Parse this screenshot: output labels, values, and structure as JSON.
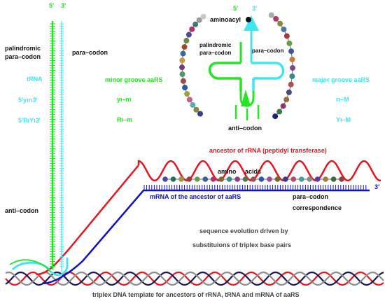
{
  "colors": {
    "green": "#22e622",
    "cyan": "#3fe6f0",
    "red": "#e8141e",
    "blue": "#1010c8",
    "darknavy": "#16165a",
    "grey": "#8c8c8c",
    "text": "#111111",
    "greytext": "#444444"
  },
  "labels": {
    "strand_5_top": "5'",
    "strand_3_top": "3'",
    "palindromic_left": "palindromic",
    "para_codon_left": "para–codon",
    "para_codon_mid": "para–codon",
    "anti_codon_left": "anti–codon",
    "trna": "tRNA",
    "formula_left_1": "5'yırı3'",
    "formula_left_2": "5'RıYı3'",
    "minor_groove": "minor groove aaRS",
    "major_groove": "major groove aaRS",
    "ym": "yı–m",
    "rm": "Rı–m",
    "r1M": "rı–M",
    "Y1M": "Yı–M",
    "aminoacyl": "aminoacyl",
    "trna_5": "5'",
    "trna_3": "3'",
    "palindromic_trna": "palindromic",
    "para_codon_trna_left": "para–codon",
    "para_codon_trna_right": "para–codon",
    "anti_codon_trna": "anti–codon",
    "ancestor_rrna": "ancestor of rRNA (peptidyl transferase)",
    "amino": "amino",
    "acids": "acids",
    "mrna": "mRNA of the ancestor of aaRS",
    "mrna_3": "3'",
    "para_codon_right": "para–codon",
    "correspondence": "correspondence",
    "evolution_1": "sequence evolution driven by",
    "evolution_2": "substituions of triplex base pairs",
    "bottom_caption": "triplex DNA template for ancestors of rRNA, tRNA and mRNA of aaRS"
  },
  "bead_colors": {
    "left_arc": [
      "#c8c8c8",
      "#9a9a9a",
      "#3c7a7a",
      "#b03070",
      "#4a4a9a",
      "#6a8a3a",
      "#a04a2a",
      "#3a6a9a",
      "#c89a3a",
      "#7a3a7a",
      "#4a9a6a",
      "#9a4a4a",
      "#2a5aa0",
      "#a0a040",
      "#d05a8a",
      "#5ab0b0",
      "#8a8a3a",
      "#3a3a8a"
    ],
    "right_arc": [
      "#aaaaaa",
      "#b03a6a",
      "#8a8a3a",
      "#4a7a9a",
      "#a03a3a",
      "#6a9a4a",
      "#3a5a9a",
      "#c87a3a",
      "#7a4a8a",
      "#3a8a8a",
      "#b05050",
      "#4a4a7a",
      "#9a6a3a",
      "#8a3a6a",
      "#3a7a4a",
      "#202080"
    ],
    "chain": [
      "#4a4a9a",
      "#2a6a6a",
      "#9a9a3a",
      "#a03a3a",
      "#6a9a4a",
      "#3a5a9a",
      "#b03070",
      "#7a6a3a",
      "#3a8a8a",
      "#8a3a8a",
      "#4a7a4a",
      "#a05050",
      "#2a5aa0",
      "#9a4a9a",
      "#6a6a2a",
      "#3a3a8a",
      "#b04a6a",
      "#4a9a9a",
      "#8a8a8a",
      "#5a3a9a",
      "#a07a3a",
      "#3a6a3a",
      "#904040"
    ]
  }
}
